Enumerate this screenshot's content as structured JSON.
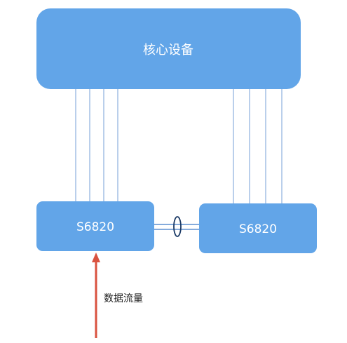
{
  "diagram": {
    "core_label": "核心设备",
    "switch_left_label": "S6820",
    "switch_right_label": "S6820",
    "flow_label": "数据流量"
  },
  "colors": {
    "box_fill": "#62a5e8",
    "link_line": "#a9c3e6",
    "stack_link": "#5d8fd0",
    "stack_ring": "#1b3a66",
    "flow_arrow": "#d9523f",
    "background": "#ffffff"
  },
  "icons": {
    "stack_ring": "ellipse-ring-icon",
    "flow_arrow": "arrow-up-icon"
  }
}
